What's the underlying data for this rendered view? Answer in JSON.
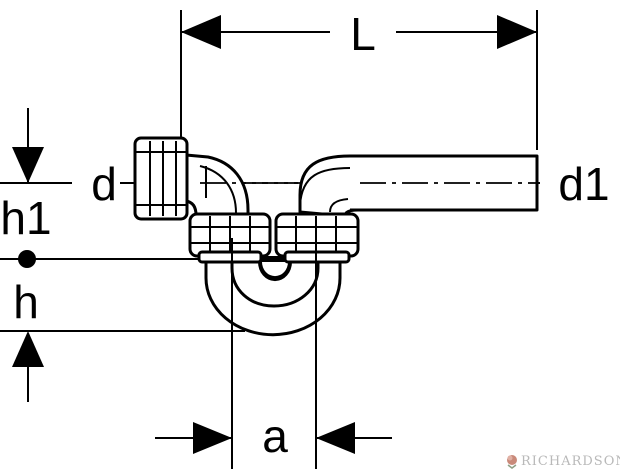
{
  "diagram": {
    "labels": {
      "L": "L",
      "d": "d",
      "d1": "d1",
      "h1": "h1",
      "h": "h",
      "a": "a"
    }
  },
  "watermark": {
    "brand": "RICHARDSON",
    "icon": "rose-icon",
    "color": "#b9b9b9"
  },
  "colors": {
    "line": "#000000",
    "background": "#ffffff"
  }
}
